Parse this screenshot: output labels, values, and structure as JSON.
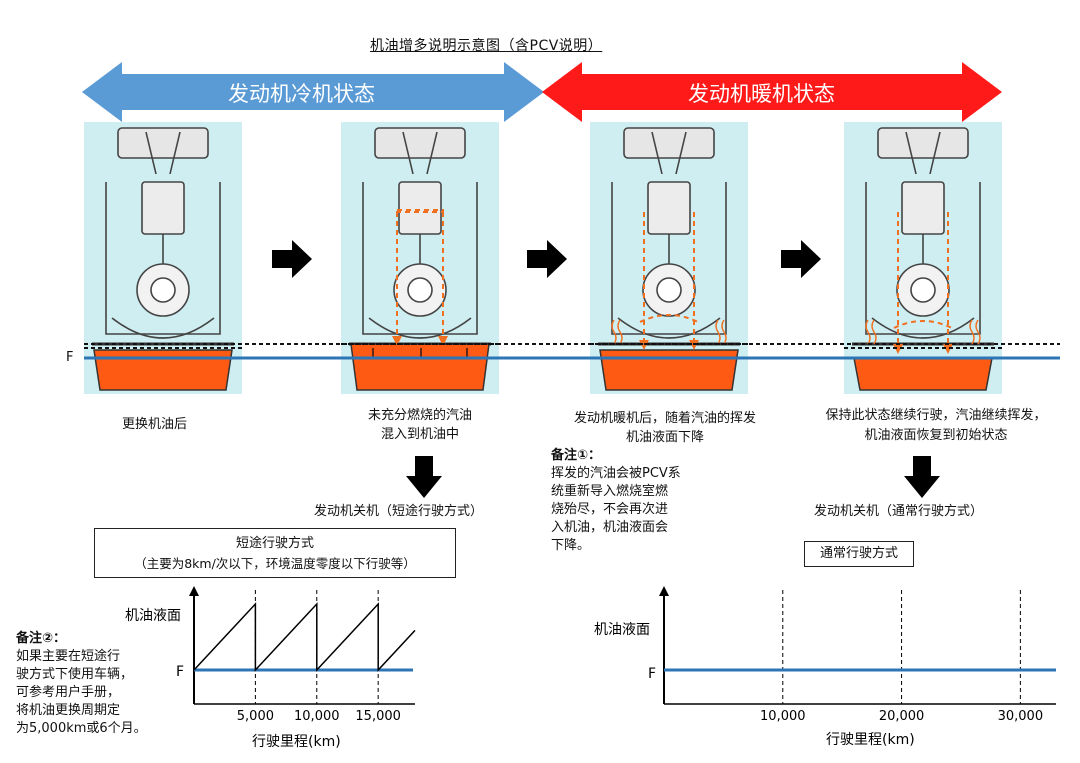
{
  "title": "机油增多说明示意图（含PCV说明）",
  "banner": {
    "cold": {
      "label": "发动机冷机状态",
      "color": "#5b9bd5"
    },
    "warm": {
      "label": "发动机暖机状态",
      "color": "#ff1a1a"
    }
  },
  "colors": {
    "oil": "#ff5a14",
    "level_line": "#2e75b6",
    "panel_bg": "#cfeef2",
    "dash_arrow": "#f07020"
  },
  "level_marker": "F",
  "steps": [
    {
      "caption": [
        "更换机油后"
      ]
    },
    {
      "caption": [
        "未充分燃烧的汽油",
        "混入到机油中"
      ]
    },
    {
      "caption": [
        "发动机暖机后，随着汽油的挥发",
        "机油液面下降"
      ]
    },
    {
      "caption": [
        "保持此状态继续行驶，汽油继续挥发，",
        "机油液面恢复到初始状态"
      ]
    }
  ],
  "engine_off_short": "发动机关机（短途行驶方式）",
  "engine_off_normal": "发动机关机（通常行驶方式）",
  "note1": {
    "heading": "备注①：",
    "lines": [
      "挥发的汽油会被PCV系",
      "统重新导入燃烧室燃",
      "烧殆尽，不会再次进",
      "入机油，机油液面会",
      "下降。"
    ]
  },
  "note2": {
    "heading": "备注②：",
    "lines": [
      "如果主要在短途行",
      "驶方式下使用车辆，",
      "可参考用户手册，",
      "将机油更换周期定",
      "为5,000km或6个月。"
    ]
  },
  "short_box": {
    "title": "短途行驶方式",
    "sub": "（主要为8km/次以下，环境温度零度以下行驶等）"
  },
  "normal_box": {
    "title": "通常行驶方式"
  },
  "chart_data": [
    {
      "type": "line",
      "title": "",
      "xlabel": "行驶里程(km)",
      "ylabel": "机油液面",
      "y_marker": "F",
      "x_ticks": [
        5000,
        10000,
        15000
      ],
      "x_tick_labels": [
        "5,000",
        "10,000",
        "15,000"
      ],
      "xlim": [
        0,
        18000
      ],
      "note": "sawtooth: oil level rises above F and resets at each oil change",
      "series": [
        {
          "values_x": [
            0,
            5000,
            5000,
            10000,
            10000,
            15000,
            15000,
            18000
          ],
          "values_y": [
            0,
            1,
            0,
            1,
            0,
            1,
            0,
            0.6
          ]
        }
      ]
    },
    {
      "type": "line",
      "title": "",
      "xlabel": "行驶里程(km)",
      "ylabel": "机油液面",
      "y_marker": "F",
      "x_ticks": [
        10000,
        20000,
        30000
      ],
      "x_tick_labels": [
        "10,000",
        "20,000",
        "30,000"
      ],
      "xlim": [
        0,
        33000
      ],
      "series": [
        {
          "values_x": [
            0,
            33000
          ],
          "values_y": [
            0,
            0
          ]
        }
      ]
    }
  ]
}
